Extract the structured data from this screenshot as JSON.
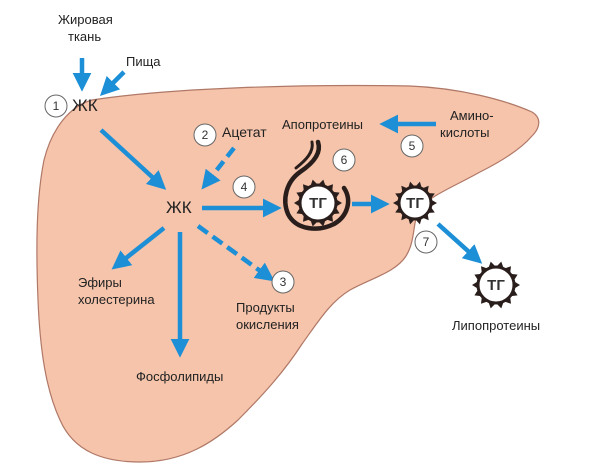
{
  "labels": {
    "adipose": [
      "Жировая",
      "ткань"
    ],
    "food": "Пища",
    "fa_top": "ЖК",
    "acetate": "Ацетат",
    "fa_center": "ЖК",
    "apoproteins": "Апопротеины",
    "amino": [
      "Амино-",
      "кислоты"
    ],
    "esters": [
      "Эфиры",
      "холестерина"
    ],
    "oxidation": [
      "Продукты",
      "окисления"
    ],
    "phospholipids": "Фосфолипиды",
    "lipoproteins": "Липопротеины"
  },
  "tg": {
    "tg1": "ТГ",
    "tg2": "ТГ",
    "tg3": "ТГ"
  },
  "steps": {
    "s1": "1",
    "s2": "2",
    "s3": "3",
    "s4": "4",
    "s5": "5",
    "s6": "6",
    "s7": "7"
  },
  "colors": {
    "liver": "#f5c4ab",
    "liver_stroke": "#b07866",
    "arrow": "#1c8fd6",
    "dark": "#2a1e1c"
  }
}
